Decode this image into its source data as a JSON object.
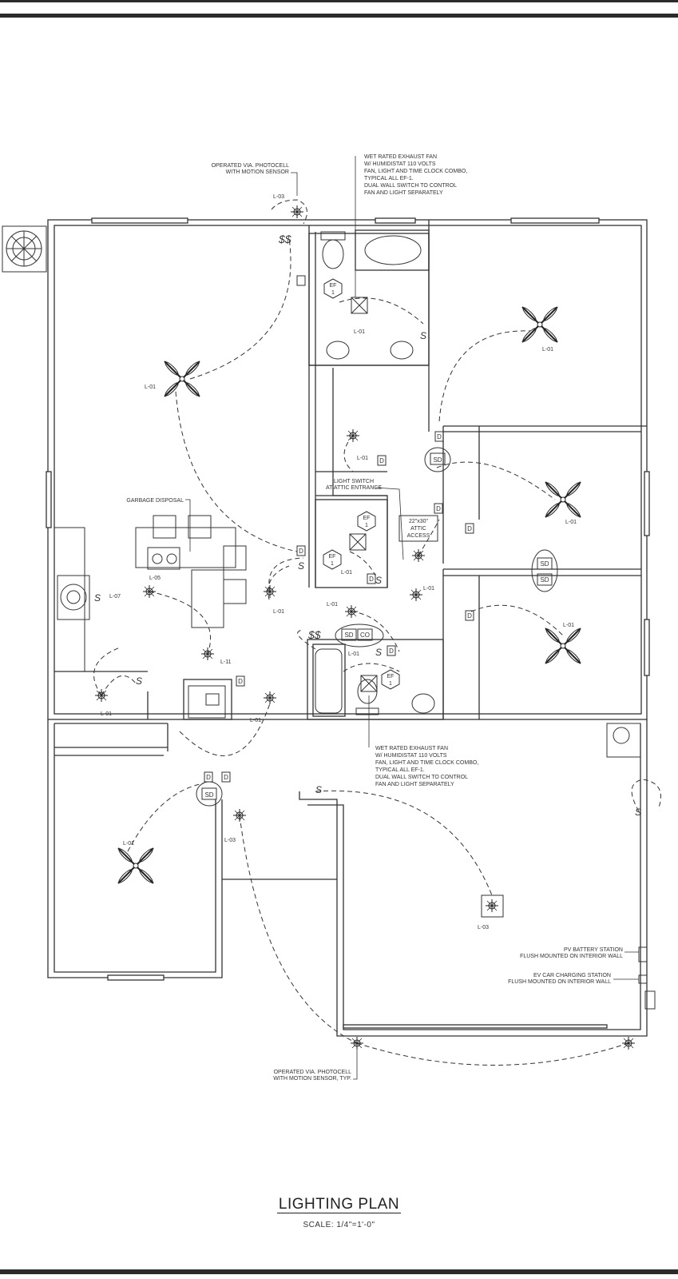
{
  "drawing": {
    "title": "LIGHTING PLAN",
    "scale": "SCALE: 1/4\"=1'-0\""
  },
  "notes": {
    "photocell_top": [
      "OPERATED VIA. PHOTOCELL",
      "WITH MOTION SENSOR"
    ],
    "photocell_bottom": [
      "OPERATED VIA. PHOTOCELL",
      "WITH MOTION SENSOR, TYP."
    ],
    "exhaust_fan": [
      "WET RATED EXHAUST FAN",
      "W/ HUMIDISTAT 110 VOLTS",
      "FAN, LIGHT AND TIME CLOCK COMBO,",
      "TYPICAL ALL EF-1.",
      "DUAL WALL SWITCH TO CONTROL",
      "FAN AND LIGHT SEPARATELY"
    ],
    "garbage_disposal": "GARBAGE DISPOSAL",
    "light_switch": [
      "LIGHT SWITCH",
      "AT ATTIC ENTRANCE"
    ],
    "attic_access": [
      "22\"x30\"",
      "ATTIC",
      "ACCESS"
    ],
    "pv_battery": [
      "PV BATTERY STATION",
      "FLUSH MOUNTED ON INTERIOR WALL"
    ],
    "ev_charging": [
      "EV CAR CHARGING STATION",
      "FLUSH MOUNTED ON INTERIOR WALL"
    ]
  },
  "fixtures": {
    "L01": "L-01",
    "L03": "L-03",
    "L05": "L-05",
    "L07": "L-07",
    "L11": "L-11"
  },
  "symbols": {
    "ef_top": "EF",
    "ef_num": "1",
    "sd": "SD",
    "co": "CO",
    "d": "D",
    "switch_single": "S",
    "switch_dual": "$$"
  },
  "colors": {
    "line": "#2b2b2b"
  }
}
